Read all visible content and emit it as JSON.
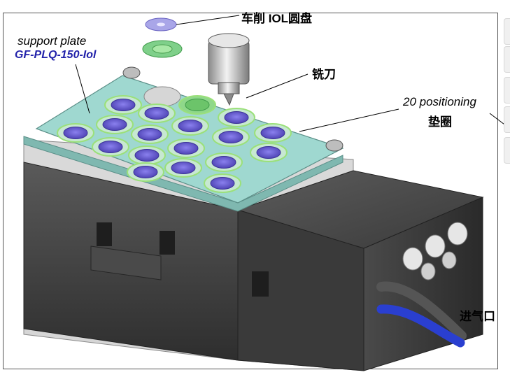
{
  "labels": {
    "iol_disc": "车削 IOL圆盘",
    "support_plate": "support plate",
    "plate_model": "GF-PLQ-150-Iol",
    "milling_cutter": "铣刀",
    "positioning_en": "20 positioning",
    "positioning_cn": "垫圈",
    "air_inlet": "进气口"
  },
  "colors": {
    "plate": "#9fd8d0",
    "pocket": "#6a5fd0",
    "ring": "#9be07a",
    "body": "#3c3c3c",
    "hose_blue": "#2a3fd0"
  }
}
